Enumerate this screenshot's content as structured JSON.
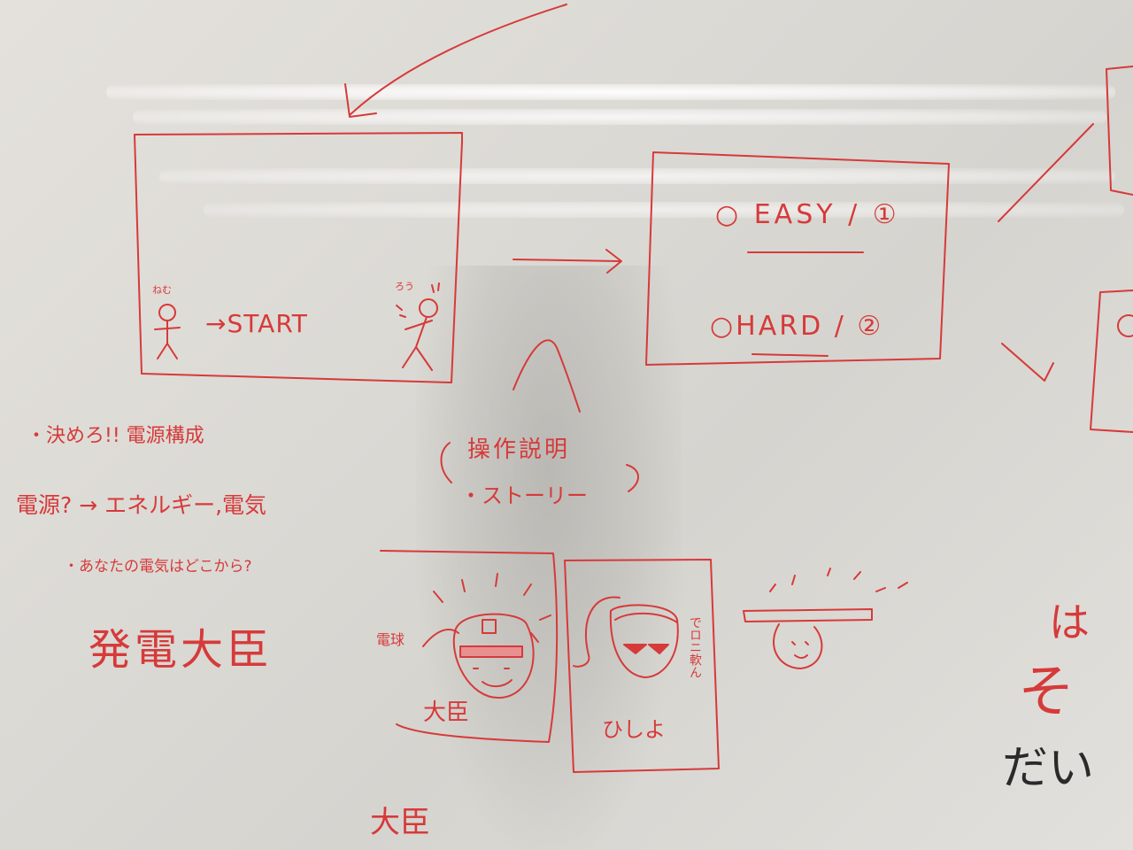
{
  "ink_color": "#d63a3a",
  "ink_color_black": "#2a2a2a",
  "board_color": "#dedcd7",
  "screen1": {
    "start_label": "→START",
    "left_figure_caption": "ねむ",
    "right_figure_caption": "ろう"
  },
  "screen2": {
    "easy_option": "○ EASY / ①",
    "hard_option": "○HARD / ②"
  },
  "notes": {
    "line1": "・決めろ!! 電源構成",
    "line2": "電源? → エネルギー,電気",
    "line3": "・あなたの電気はどこから?",
    "big_label": "発電大臣",
    "bottom_label": "大臣"
  },
  "instructions": {
    "line1": "操作説明",
    "line2": "・ストーリー"
  },
  "panel_minister": {
    "side_label": "電球",
    "caption": "大臣"
  },
  "panel_girl": {
    "side_text": "でロニ軟ん",
    "caption": "ひしよ"
  },
  "right_edge": {
    "text1": "は",
    "text2": "そ",
    "text3": "だい"
  }
}
